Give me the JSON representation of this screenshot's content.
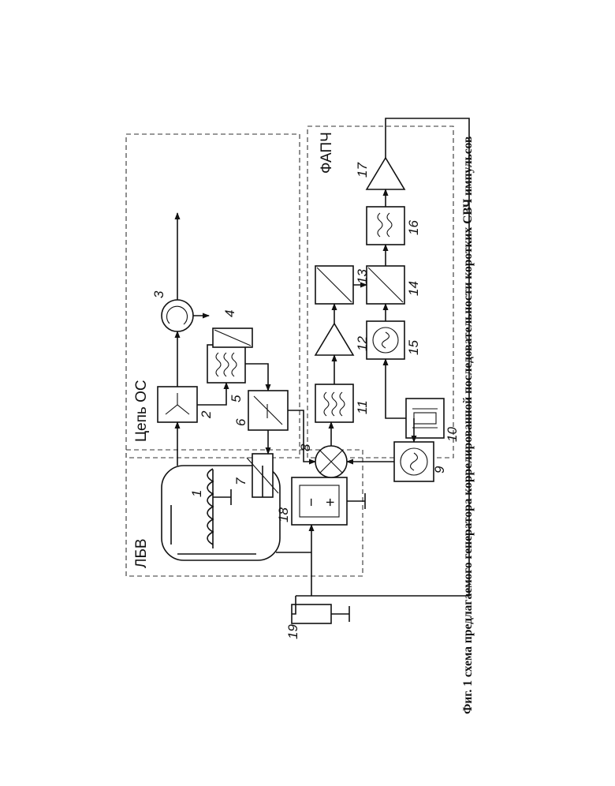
{
  "caption": "Фиг. 1 схема предлагаемого генератора коррелированной последовательности коротких СВЧ импульсов",
  "groups": {
    "lbv": "ЛБВ",
    "os": "Цепь ОС",
    "fapch": "ФАПЧ"
  },
  "labels": {
    "n1": "1",
    "n2": "2",
    "n3": "3",
    "n4": "4",
    "n5": "5",
    "n6": "6",
    "n7": "7",
    "n8": "8",
    "n9": "9",
    "n10": "10",
    "n11": "11",
    "n12": "12",
    "n13": "13",
    "n14": "14",
    "n15": "15",
    "n16": "16",
    "n17": "17",
    "n18": "18",
    "n19": "19"
  },
  "power_supply": {
    "minus": "−",
    "plus": "+"
  }
}
